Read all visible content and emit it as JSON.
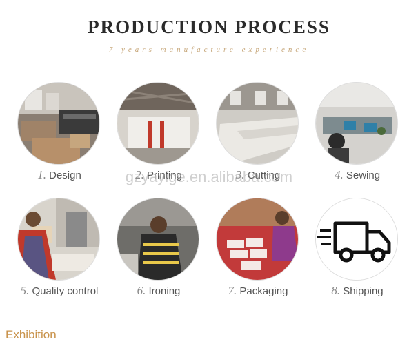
{
  "header": {
    "title": "PRODUCTION PROCESS",
    "subtitle": "7 years manufacture experience"
  },
  "watermark": "gzyayige.en.alibaba.com",
  "steps": [
    {
      "number": "1.",
      "label": "Design",
      "icon": "design-photo"
    },
    {
      "number": "2.",
      "label": "Printing",
      "icon": "printing-photo"
    },
    {
      "number": "3.",
      "label": "Cutting",
      "icon": "cutting-photo"
    },
    {
      "number": "4.",
      "label": "Sewing",
      "icon": "sewing-photo"
    },
    {
      "number": "5.",
      "label": "Quality control",
      "icon": "quality-control-photo"
    },
    {
      "number": "6.",
      "label": "Ironing",
      "icon": "ironing-photo"
    },
    {
      "number": "7.",
      "label": "Packaging",
      "icon": "packaging-photo"
    },
    {
      "number": "8.",
      "label": "Shipping",
      "icon": "truck-icon"
    }
  ],
  "footer": {
    "section_label": "Exhibition"
  },
  "colors": {
    "title": "#2b2b2b",
    "subtitle": "#c7a77a",
    "accent": "#c8924a"
  }
}
